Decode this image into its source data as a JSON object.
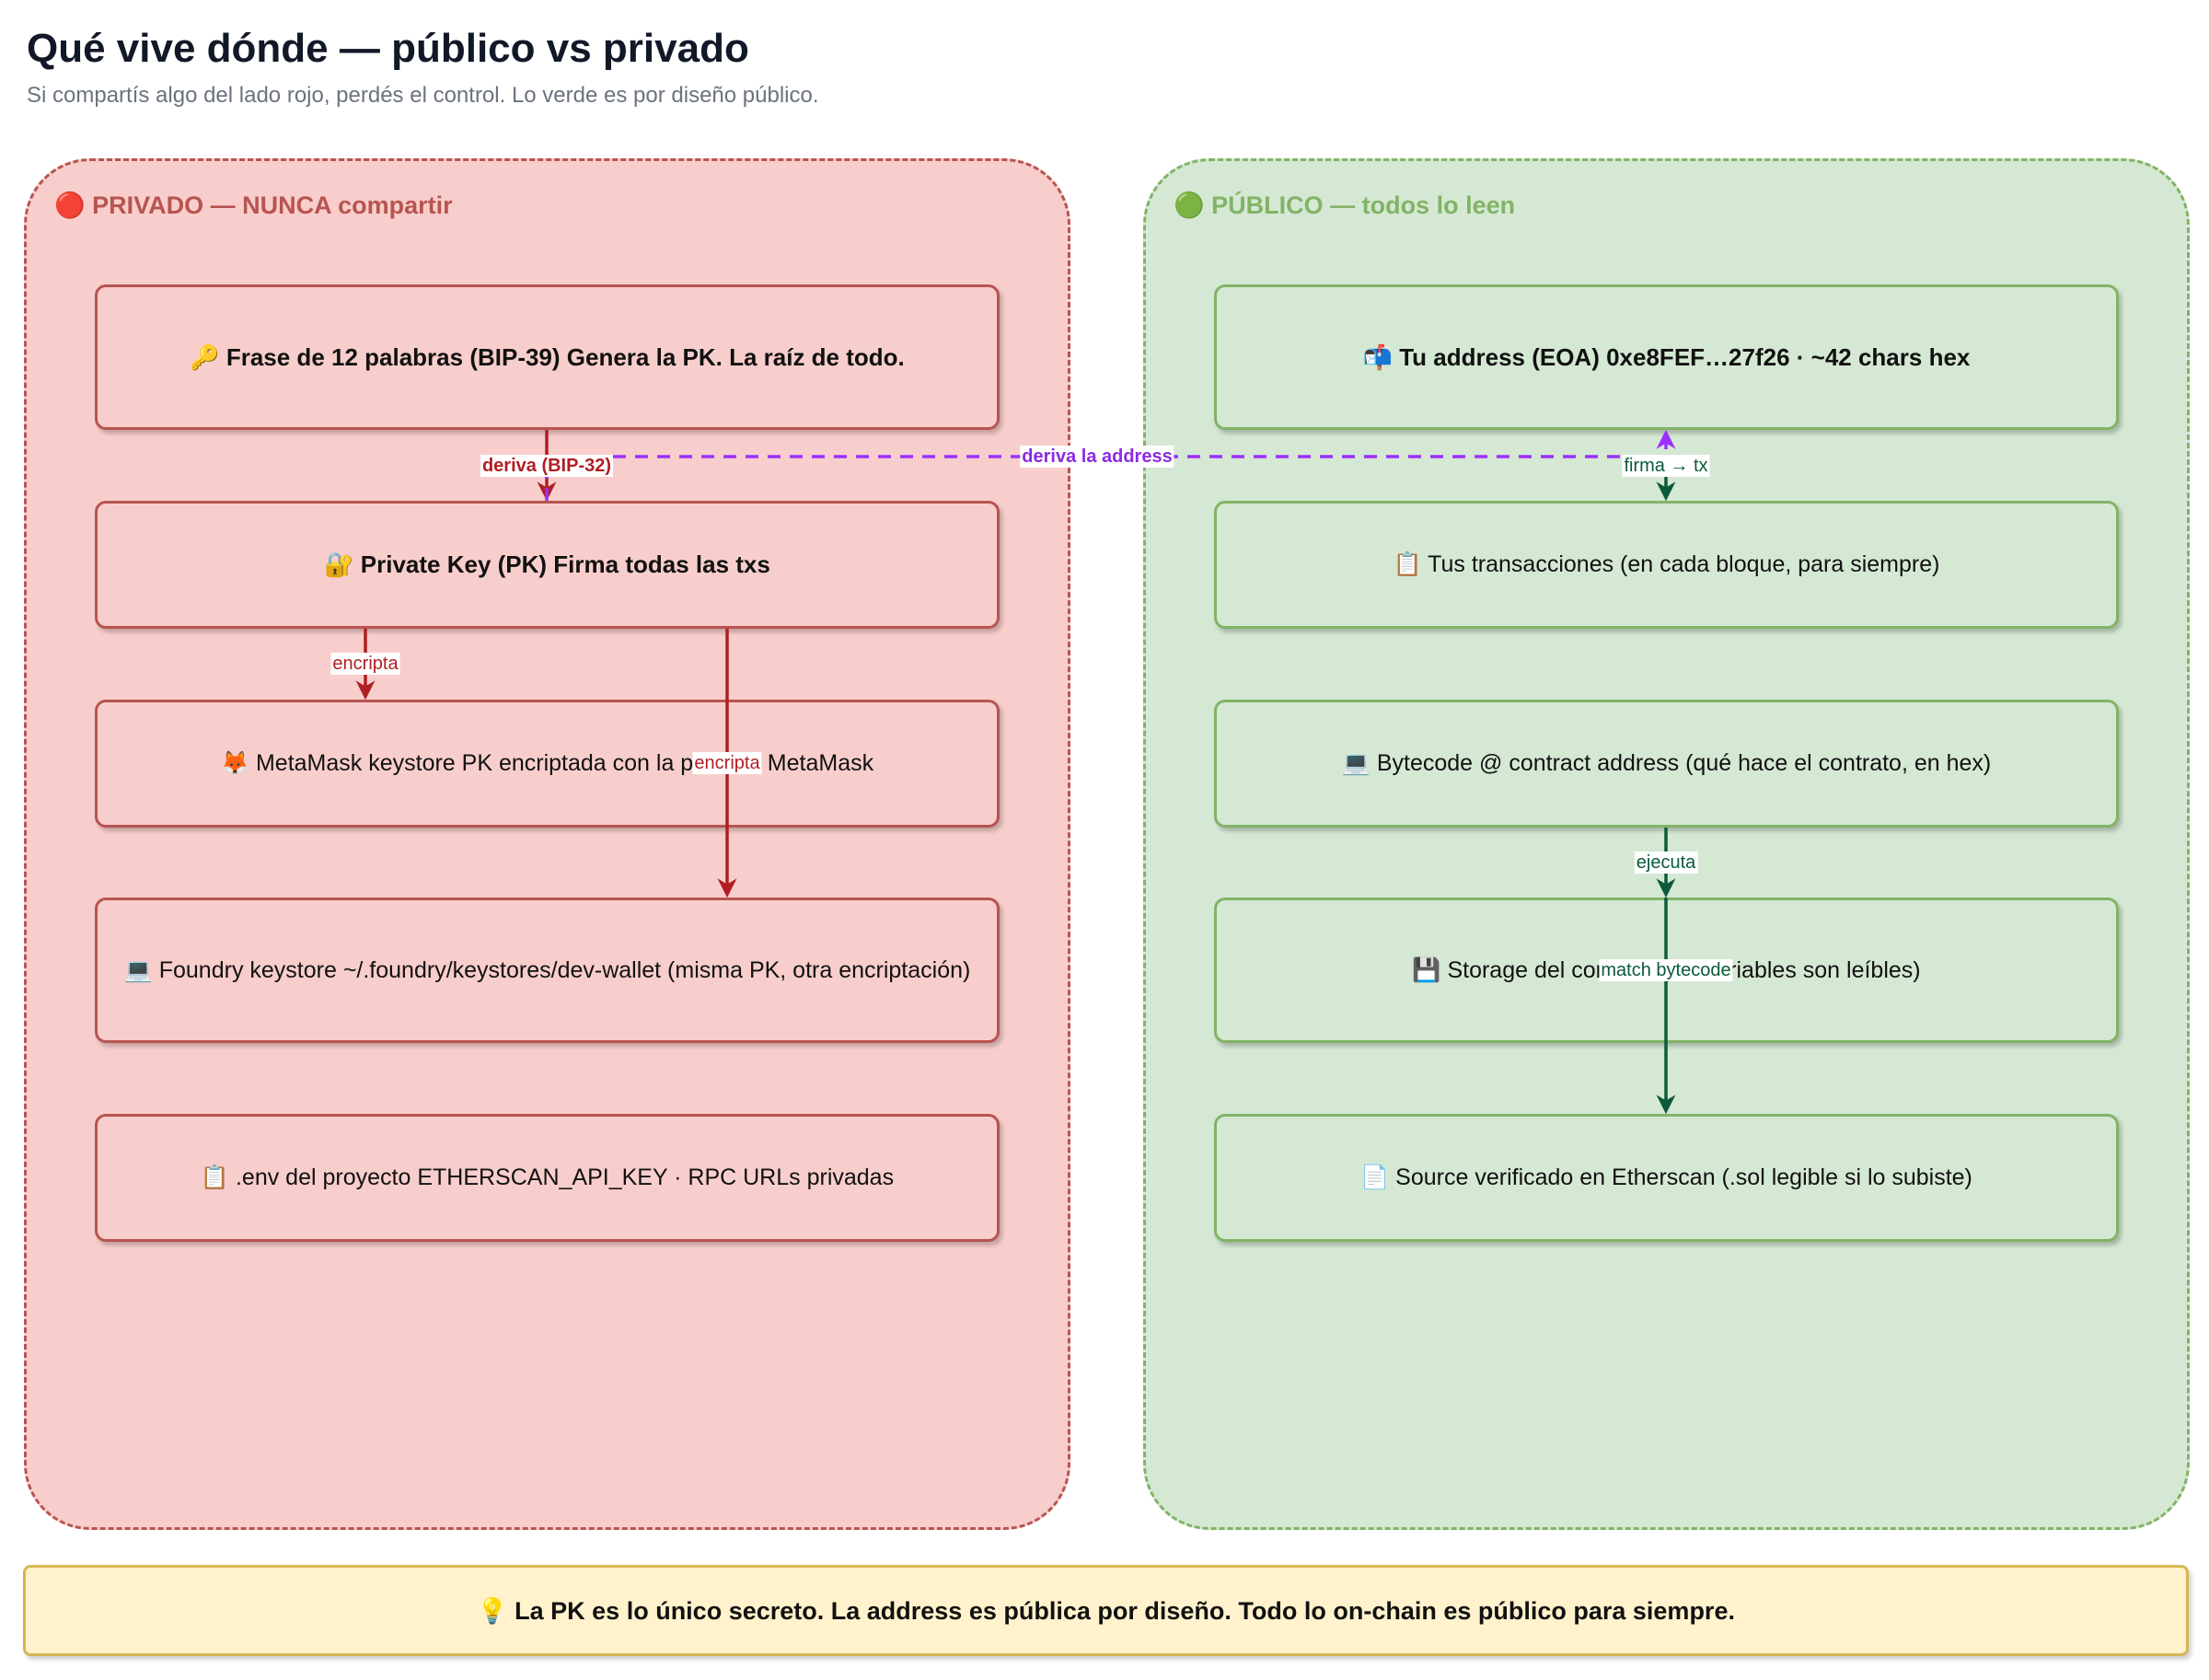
{
  "header": {
    "title": "Qué vive dónde — público vs privado",
    "subtitle": "Si compartís algo del lado rojo, perdés el control. Lo verde es por diseño público."
  },
  "panels": {
    "private": {
      "label": "🔴 PRIVADO — NUNCA compartir"
    },
    "public": {
      "label": "🟢 PÚBLICO — todos lo leen"
    }
  },
  "nodes": {
    "seed": "🔑 Frase de 12 palabras (BIP-39) Genera la PK. La raíz de todo.",
    "pk": "🔐 Private Key (PK) Firma todas las txs",
    "metamask": "🦊 MetaMask keystore PK encriptada con la pass de MetaMask",
    "foundry": "💻 Foundry keystore ~/.foundry/keystores/dev-wallet (misma PK, otra encriptación)",
    "env": "📋 .env del proyecto ETHERSCAN_API_KEY · RPC URLs privadas",
    "address": "📬 Tu address (EOA) 0xe8FEF…27f26 · ~42 chars hex",
    "txs": "📋 Tus transacciones (en cada bloque, para siempre)",
    "bytecode": "💻 Bytecode @ contract address (qué hace el contrato, en hex)",
    "storage": "💾 Storage del contrato (las variables son leíbles)",
    "source": "📄 Source verificado en Etherscan (.sol legible si lo subiste)"
  },
  "edges": {
    "seed_pk": "deriva (BIP-32)",
    "pk_address": "deriva la address",
    "pk_metamask": "encripta",
    "pk_foundry": "encripta",
    "address_txs": "firma → tx",
    "bytecode_storage": "ejecuta",
    "bytecode_source": "match bytecode"
  },
  "footer": "💡 La PK es lo único secreto. La address es pública por diseño. Todo lo on-chain es público para siempre.",
  "colors": {
    "private_fill": "#f8cecc",
    "private_stroke": "#b85450",
    "public_fill": "#d5e8d4",
    "public_stroke": "#82b366",
    "edge_red": "#b01e24",
    "edge_green": "#0b5a3a",
    "edge_purple": "#9b30ff",
    "footer_fill": "#fff2cc",
    "footer_stroke": "#d6b656"
  }
}
